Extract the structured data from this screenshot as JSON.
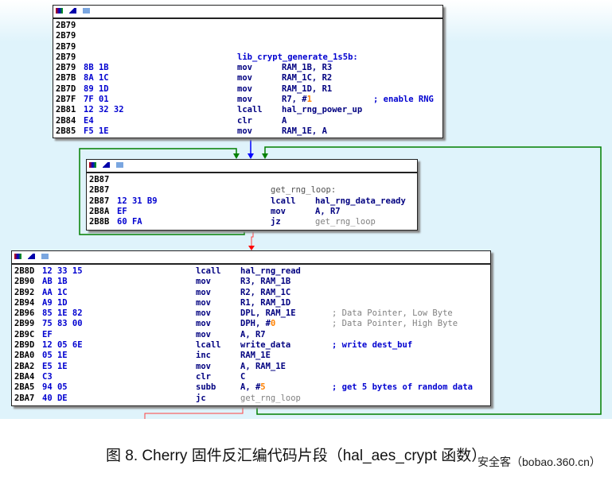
{
  "colors": {
    "edge_true": "#008000",
    "edge_false": "#ff0000",
    "edge_uncond": "#0000ff",
    "graph_bg": "#dff3fb"
  },
  "blocks": [
    {
      "lines": [
        {
          "addr": "2B79"
        },
        {
          "addr": "2B79"
        },
        {
          "addr": "2B79"
        },
        {
          "addr": "2B79",
          "label": "lib_crypt_generate_1s5b:"
        },
        {
          "addr": "2B79",
          "bytes": "8B 1B",
          "mn": "mov",
          "op": "RAM_1B, R3"
        },
        {
          "addr": "2B7B",
          "bytes": "8A 1C",
          "mn": "mov",
          "op": "RAM_1C, R2"
        },
        {
          "addr": "2B7D",
          "bytes": "89 1D",
          "mn": "mov",
          "op": "RAM_1D, R1"
        },
        {
          "addr": "2B7F",
          "bytes": "7F 01",
          "mn": "mov",
          "op": "R7, #",
          "imm": "1",
          "cm": "; enable RNG"
        },
        {
          "addr": "2B81",
          "bytes": "12 32 32",
          "mn": "lcall",
          "op": "hal_rng_power_up"
        },
        {
          "addr": "2B84",
          "bytes": "E4",
          "mn": "clr",
          "op": "A"
        },
        {
          "addr": "2B85",
          "bytes": "F5 1E",
          "mn": "mov",
          "op": "RAM_1E, A"
        }
      ]
    },
    {
      "lines": [
        {
          "addr": "2B87"
        },
        {
          "addr": "2B87",
          "label": "get_rng_loop:",
          "glabel": true
        },
        {
          "addr": "2B87",
          "bytes": "12 31 B9",
          "mn": "lcall",
          "op": "hal_rng_data_ready"
        },
        {
          "addr": "2B8A",
          "bytes": "EF",
          "mn": "mov",
          "op": "A, R7"
        },
        {
          "addr": "2B8B",
          "bytes": "60 FA",
          "mn": "jz",
          "op": "get_rng_loop",
          "gop": true
        }
      ]
    },
    {
      "lines": [
        {
          "addr": "2B8D",
          "bytes": "12 33 15",
          "mn": "lcall",
          "op": "hal_rng_read"
        },
        {
          "addr": "2B90",
          "bytes": "AB 1B",
          "mn": "mov",
          "op": "R3, RAM_1B"
        },
        {
          "addr": "2B92",
          "bytes": "AA 1C",
          "mn": "mov",
          "op": "R2, RAM_1C"
        },
        {
          "addr": "2B94",
          "bytes": "A9 1D",
          "mn": "mov",
          "op": "R1, RAM_1D"
        },
        {
          "addr": "2B96",
          "bytes": "85 1E 82",
          "mn": "mov",
          "op": "DPL, RAM_1E",
          "cm": "; Data Pointer, Low Byte",
          "gcm": true
        },
        {
          "addr": "2B99",
          "bytes": "75 83 00",
          "mn": "mov",
          "op": "DPH, #",
          "imm": "0",
          "cm": "; Data Pointer, High Byte",
          "gcm": true
        },
        {
          "addr": "2B9C",
          "bytes": "EF",
          "mn": "mov",
          "op": "A, R7"
        },
        {
          "addr": "2B9D",
          "bytes": "12 05 6E",
          "mn": "lcall",
          "op": "write_data",
          "cm": "; write dest_buf"
        },
        {
          "addr": "2BA0",
          "bytes": "05 1E",
          "mn": "inc",
          "op": "RAM_1E"
        },
        {
          "addr": "2BA2",
          "bytes": "E5 1E",
          "mn": "mov",
          "op": "A, RAM_1E"
        },
        {
          "addr": "2BA4",
          "bytes": "C3",
          "mn": "clr",
          "op": "C"
        },
        {
          "addr": "2BA5",
          "bytes": "94 05",
          "mn": "subb",
          "op": "A, #",
          "imm": "5",
          "cm": "; get 5 bytes of random data"
        },
        {
          "addr": "2BA7",
          "bytes": "40 DE",
          "mn": "jc",
          "op": "get_rng_loop",
          "gop": true
        }
      ]
    }
  ],
  "caption": "图 8.  Cherry 固件反汇编代码片段（hal_aes_crypt 函数）",
  "watermark": "安全客（bobao.360.cn）"
}
